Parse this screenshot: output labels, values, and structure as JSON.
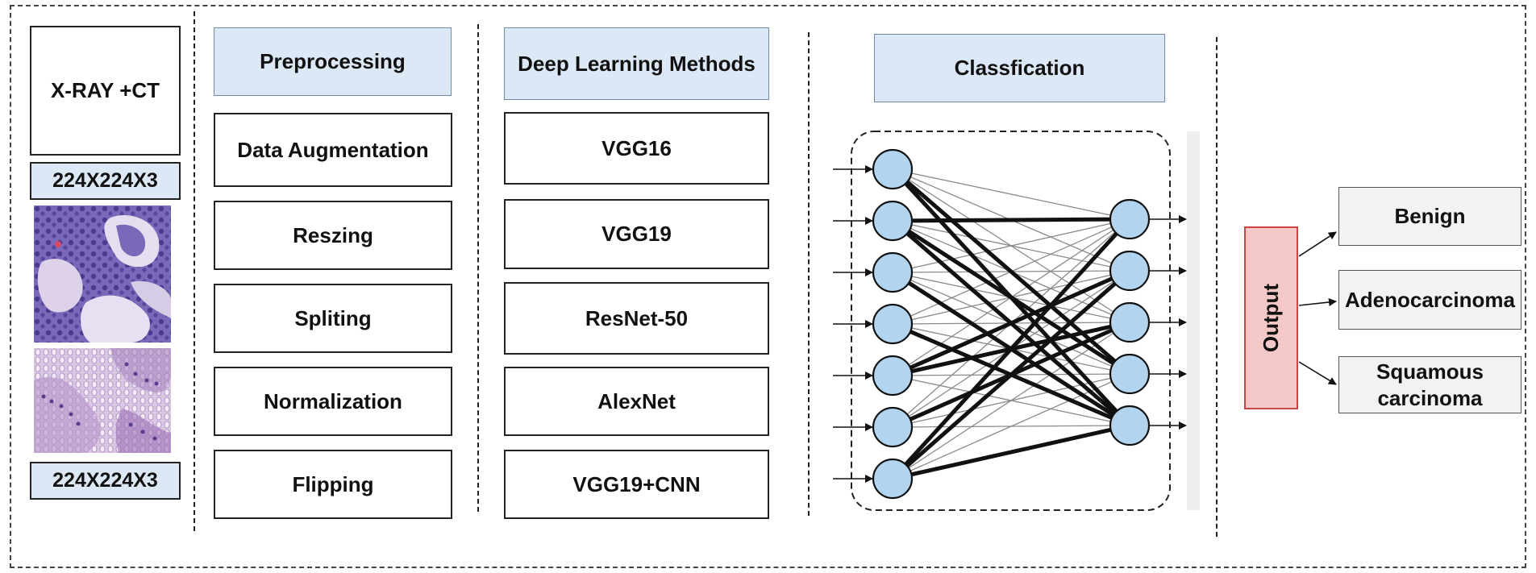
{
  "input": {
    "title": "X-RAY +CT",
    "size_top": "224X224X3",
    "size_bottom": "224X224X3"
  },
  "preprocessing": {
    "header": "Preprocessing",
    "items": [
      "Data Augmentation",
      "Reszing",
      "Spliting",
      "Normalization",
      "Flipping"
    ]
  },
  "deep_learning": {
    "header": "Deep Learning Methods",
    "items": [
      "VGG16",
      "VGG19",
      "ResNet-50",
      "AlexNet",
      "VGG19+CNN"
    ]
  },
  "classification": {
    "header": "Classfication",
    "input_nodes": 7,
    "output_nodes": 5,
    "node_color": "#b3d4ee",
    "thick_edges": [
      [
        0,
        3
      ],
      [
        0,
        4
      ],
      [
        1,
        0
      ],
      [
        1,
        4
      ],
      [
        2,
        4
      ],
      [
        4,
        2
      ],
      [
        4,
        1
      ],
      [
        5,
        2
      ],
      [
        6,
        0
      ],
      [
        6,
        1
      ],
      [
        6,
        4
      ],
      [
        3,
        4
      ],
      [
        1,
        3
      ]
    ]
  },
  "output": {
    "label": "Output",
    "classes": [
      "Benign",
      "Adenocarcinoma",
      "Squamous carcinoma"
    ]
  },
  "colors": {
    "header_fill": "#dce8f5",
    "output_fill": "#f5c8c8",
    "output_border": "#cc4444",
    "class_fill": "#f2f2f2",
    "tissue_top": "#5b4a9e",
    "tissue_bottom": "#c4a3d3"
  }
}
